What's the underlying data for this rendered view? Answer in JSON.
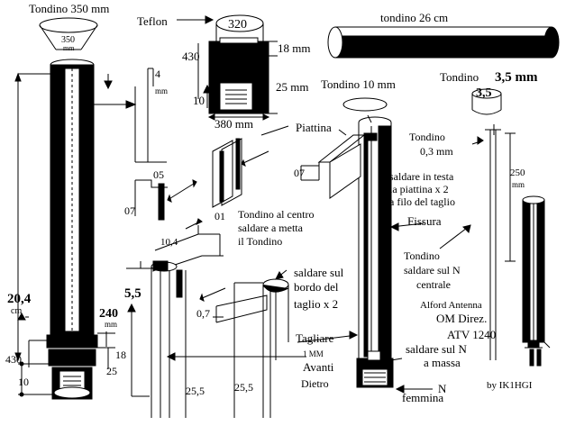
{
  "labels": {
    "tondino_350": "Tondino 350 mm",
    "cone_350_top": "350",
    "cone_350_unit": "mm",
    "teflon": "Teflon",
    "teflon_320": "320",
    "dim_18": "18 mm",
    "dim_430_top": "430",
    "dim_25": "25 mm",
    "dim_10_top": "10",
    "dim_380": "380 mm",
    "tondino_26": "tondino 26 cm",
    "tondino_10": "Tondino 10 mm",
    "tondino_35": "Tondino",
    "tondino_35_val": "3,5 mm",
    "tondino_35_cyl": "3,5",
    "dim_4": "4",
    "dim_4_unit": "mm",
    "piattina": "Piattina",
    "tondino_03": "Tondino",
    "tondino_03_val": "0,3   mm",
    "dim_05": "05",
    "dim_07_left": "07",
    "dim_01": "01",
    "dim_07_mid": "07",
    "saldare_testa_1": "saldare in testa",
    "saldare_testa_2": "la piattina x 2",
    "saldare_testa_3": "a filo del taglio",
    "dim_250": "250",
    "dim_250_unit": "mm",
    "tondino_centro_1": "Tondino al centro",
    "tondino_centro_2": "saldare a metta",
    "tondino_centro_3": "il  Tondino",
    "fissura": "Fissura",
    "dim_104": "10,4",
    "tondino_n_1": "Tondino",
    "tondino_n_2": "saldare sul N",
    "tondino_n_3": "centrale",
    "dim_204": "20,4",
    "dim_204_unit": "cm",
    "dim_55": "5,5",
    "saldare_bordo_1": "saldare sul",
    "saldare_bordo_2": "bordo del",
    "saldare_bordo_3": "taglio x 2",
    "dim_07_low": "0,7",
    "dim_240": "240",
    "dim_240_unit": "mm",
    "alford_1": "Alford Antenna",
    "alford_2": "OM Direz.",
    "alford_3": "ATV 1240",
    "dim_430_low": "430",
    "dim_18_low": "18",
    "dim_25_low": "25",
    "dim_10_low": "10",
    "tagliare": "Tagliare",
    "tagliare_1mm": "1 MM",
    "avanti": "Avanti",
    "dietro": "Dietro",
    "dim_255_a": "25,5",
    "dim_255_b": "25,5",
    "saldare_massa_1": "saldare sul N",
    "saldare_massa_2": "a massa",
    "n_femmina_1": "N",
    "n_femmina_2": "femmina",
    "author": "by IK1HGI"
  }
}
